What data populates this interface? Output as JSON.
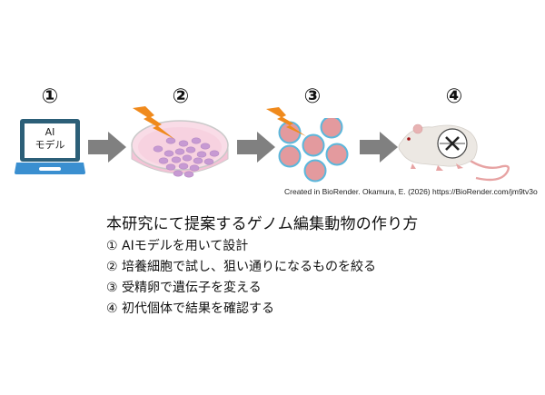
{
  "diagram": {
    "steps": [
      {
        "number": "①",
        "icon": "laptop-icon",
        "screen_text_line1": "AI",
        "screen_text_line2": "モデル"
      },
      {
        "number": "②",
        "icon": "petri-dish-icon"
      },
      {
        "number": "③",
        "icon": "fertilized-eggs-icon"
      },
      {
        "number": "④",
        "icon": "knockout-mouse-icon"
      }
    ],
    "credit": "Created in BioRender. Okamura, E. (2026) https://BioRender.com/jm9tv3o",
    "colors": {
      "laptop": "#2c5f78",
      "laptop_base": "#3a8fd0",
      "arrow": "#808080",
      "lightning": "#f08a1c",
      "dish": "#f7d6e3",
      "cell": "#c79ad3",
      "egg": "#e39a9e",
      "egg_ring": "#5bb7dc"
    }
  },
  "description": {
    "title": "本研究にて提案するゲノム編集動物の作り方",
    "items": [
      "① AIモデルを用いて設計",
      "② 培養細胞で試し、狙い通りになるものを絞る",
      "③ 受精卵で遺伝子を変える",
      "④ 初代個体で結果を確認する"
    ]
  }
}
